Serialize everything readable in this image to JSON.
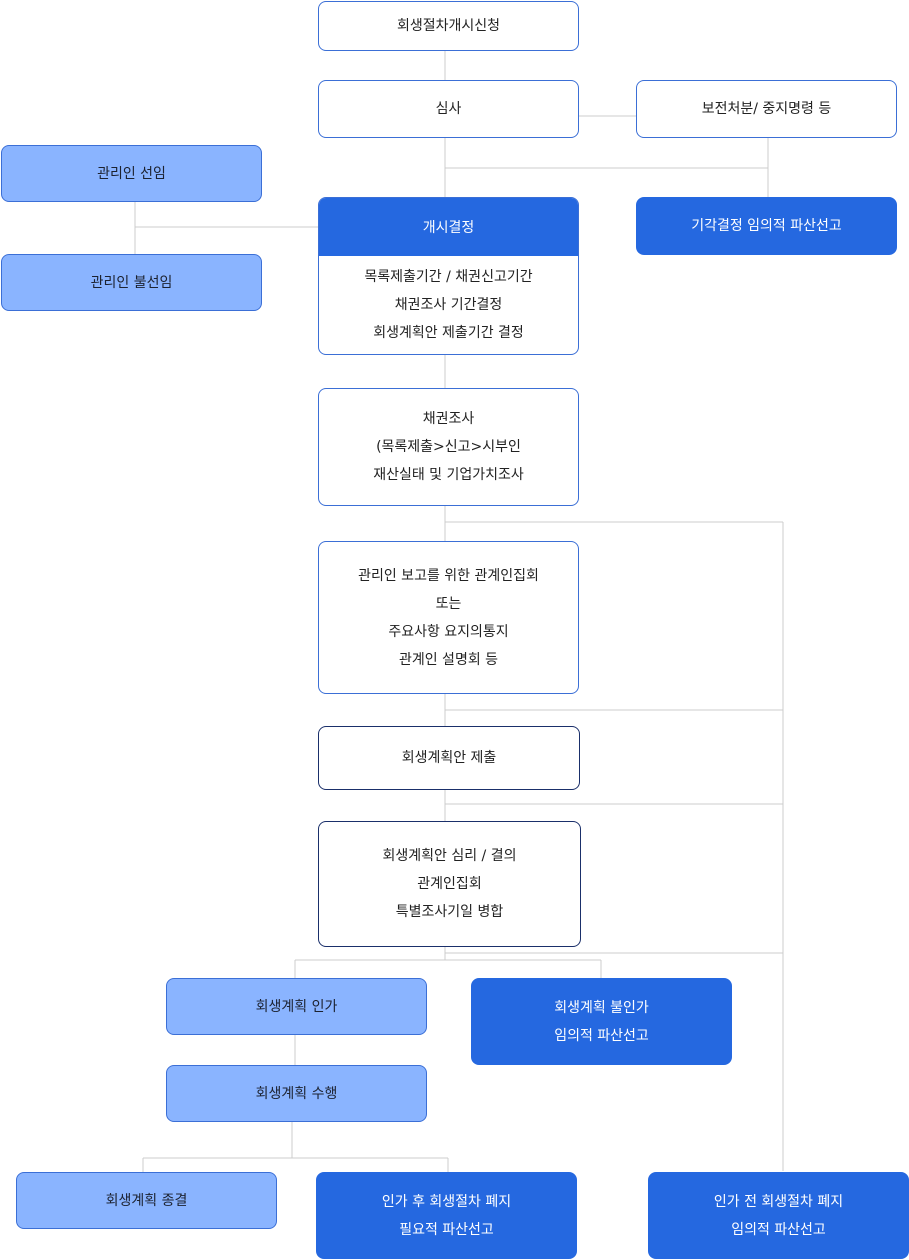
{
  "nodes": {
    "petition": {
      "lines": [
        "회생절차개시신청"
      ]
    },
    "review": {
      "lines": [
        "심사"
      ]
    },
    "preservation": {
      "lines": [
        "보전처분/ 중지명령 등"
      ]
    },
    "dismissal": {
      "lines": [
        "기각결정 임의적 파산선고"
      ]
    },
    "appoint_admin": {
      "lines": [
        "관리인 선임"
      ]
    },
    "no_admin": {
      "lines": [
        "관리인 불선임"
      ]
    },
    "commencement": {
      "title": "개시결정",
      "lines": [
        "목록제출기간 / 채권신고기간",
        "채권조사 기간결정",
        "회생계획안 제출기간 결정"
      ]
    },
    "claim_investigation": {
      "lines": [
        "채권조사",
        "(목록제출>신고>시부인",
        "재산실태 및 기업가치조사"
      ]
    },
    "creditors_meeting": {
      "lines": [
        "관리인 보고를 위한 관계인집회",
        "또는",
        "주요사항 요지의통지",
        "관계인 설명회 등"
      ]
    },
    "plan_submission": {
      "lines": [
        "회생계획안 제출"
      ]
    },
    "plan_review": {
      "lines": [
        "회생계획안 심리 / 결의",
        "관계인집회",
        "특별조사기일 병합"
      ]
    },
    "plan_approval": {
      "lines": [
        "회생계획 인가"
      ]
    },
    "plan_rejection": {
      "lines": [
        "회생계획 불인가",
        "임의적 파산선고"
      ]
    },
    "plan_execution": {
      "lines": [
        "회생계획 수행"
      ]
    },
    "plan_completion": {
      "lines": [
        "회생계획 종결"
      ]
    },
    "abolition_after": {
      "lines": [
        "인가 후 회생절차 폐지",
        "필요적 파산선고"
      ]
    },
    "abolition_before": {
      "lines": [
        "인가 전 회생절차 폐지",
        "임의적 파산선고"
      ]
    }
  },
  "colors": {
    "line": "#cccccc",
    "accent": "#2568e0",
    "light_fill": "#8ab4ff",
    "border": "#3b6fd6"
  }
}
